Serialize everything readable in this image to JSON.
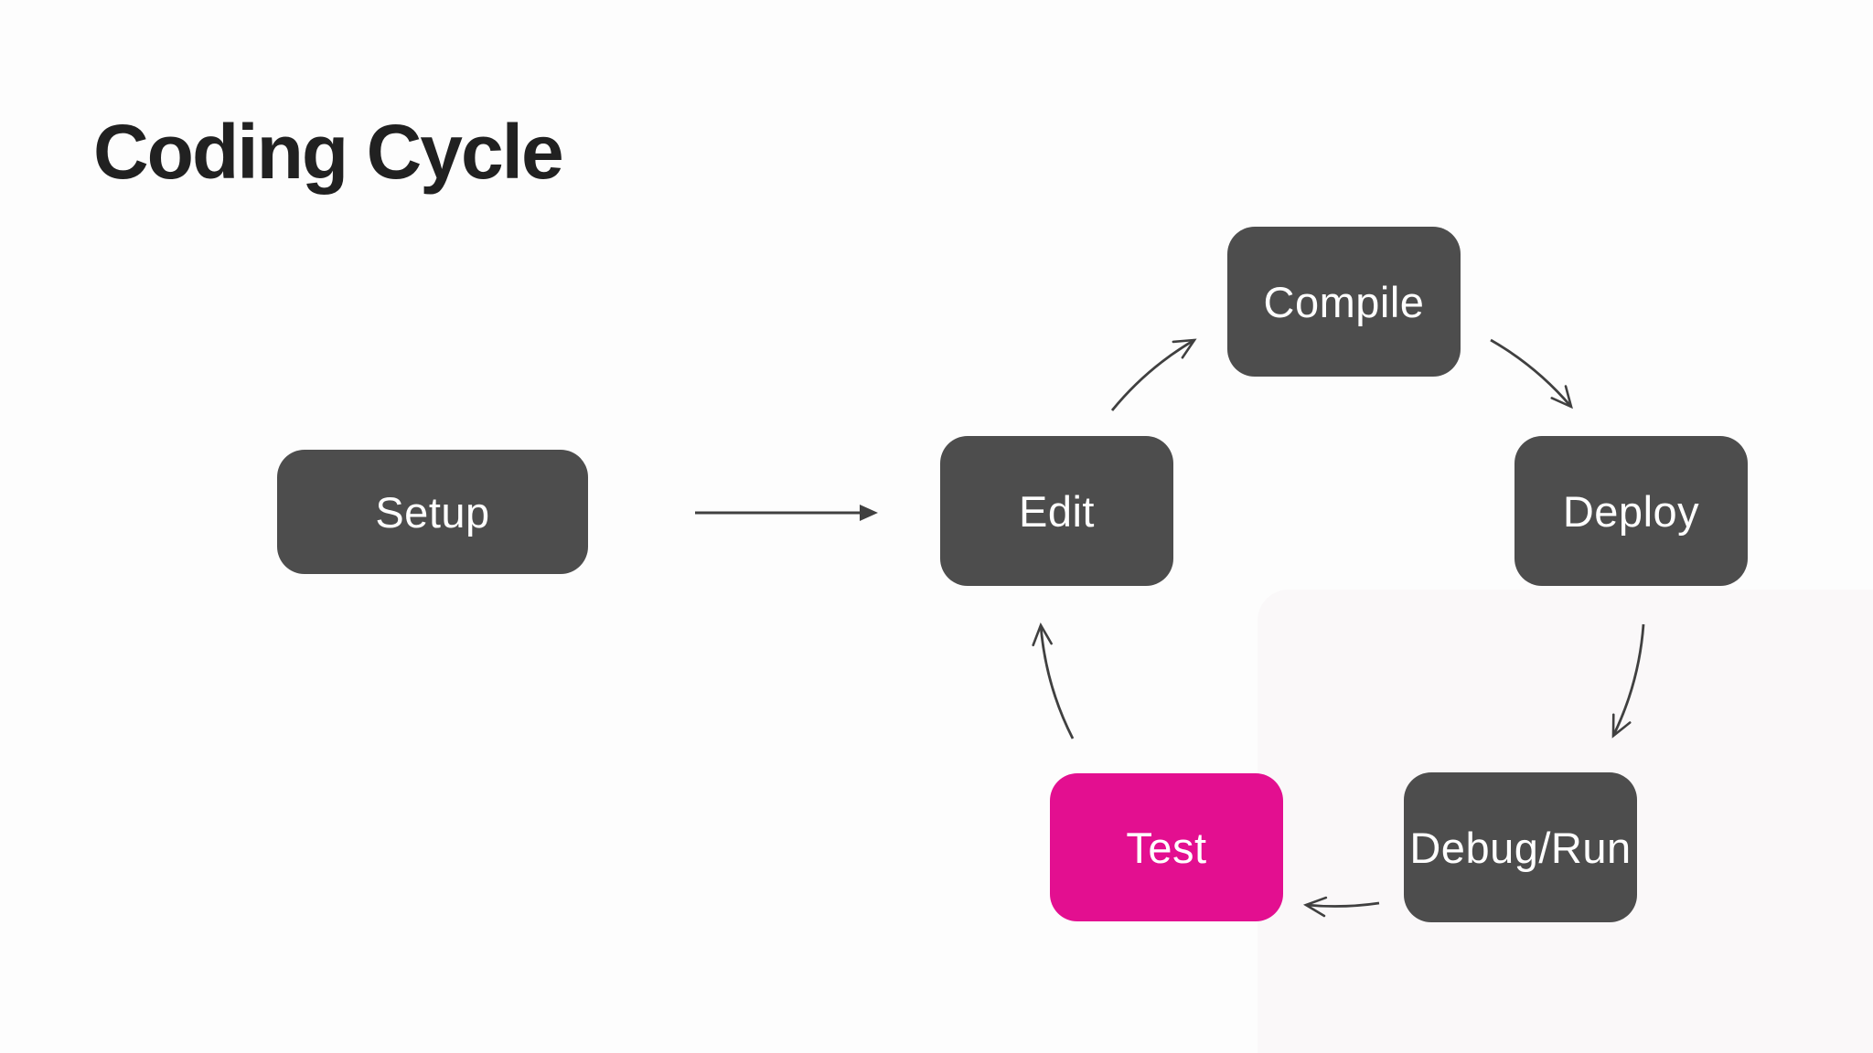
{
  "title": "Coding Cycle",
  "colors": {
    "node_default": "#4d4d4d",
    "node_highlight": "#e30f90",
    "node_text": "#ffffff",
    "arrow": "#404040",
    "title_text": "#212121",
    "background": "#fdfdfd"
  },
  "diagram": {
    "nodes": [
      {
        "id": "setup",
        "label": "Setup",
        "highlighted": false
      },
      {
        "id": "edit",
        "label": "Edit",
        "highlighted": false
      },
      {
        "id": "compile",
        "label": "Compile",
        "highlighted": false
      },
      {
        "id": "deploy",
        "label": "Deploy",
        "highlighted": false
      },
      {
        "id": "debug-run",
        "label": "Debug/Run",
        "highlighted": false
      },
      {
        "id": "test",
        "label": "Test",
        "highlighted": true
      }
    ],
    "edges": [
      {
        "from": "setup",
        "to": "edit",
        "style": "straight-filled-head"
      },
      {
        "from": "edit",
        "to": "compile",
        "style": "curved-open-head"
      },
      {
        "from": "compile",
        "to": "deploy",
        "style": "curved-open-head"
      },
      {
        "from": "deploy",
        "to": "debug-run",
        "style": "curved-open-head"
      },
      {
        "from": "debug-run",
        "to": "test",
        "style": "curved-open-head"
      },
      {
        "from": "test",
        "to": "edit",
        "style": "curved-open-head"
      }
    ]
  }
}
